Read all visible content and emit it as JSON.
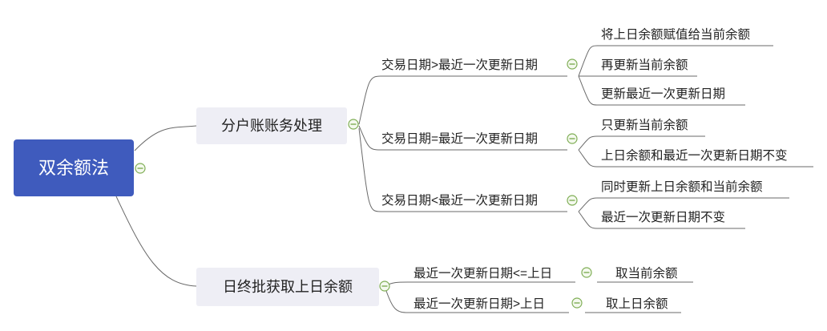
{
  "root": {
    "label": "双余额法"
  },
  "branches": [
    {
      "label": "分户账账务处理",
      "children": [
        {
          "label": "交易日期>最近一次更新日期",
          "children": [
            "将上日余额赋值给当前余额",
            "再更新当前余额",
            "更新最近一次更新日期"
          ]
        },
        {
          "label": "交易日期=最近一次更新日期",
          "children": [
            "只更新当前余额",
            "上日余额和最近一次更新日期不变"
          ]
        },
        {
          "label": "交易日期<最近一次更新日期",
          "children": [
            "同时更新上日余额和当前余额",
            "最近一次更新日期不变"
          ]
        }
      ]
    },
    {
      "label": "日终批获取上日余额",
      "children": [
        {
          "label": "最近一次更新日期<=上日",
          "children": [
            "取当前余额"
          ]
        },
        {
          "label": "最近一次更新日期>上日",
          "children": [
            "取上日余额"
          ]
        }
      ]
    }
  ],
  "colors": {
    "root_fill": "#3f5bbd",
    "branch_fill": "#eeeef5",
    "line": "#6a6a6a",
    "collapse_icon": "#7fae55"
  },
  "icons": {
    "collapse": "collapse-minus-icon"
  }
}
